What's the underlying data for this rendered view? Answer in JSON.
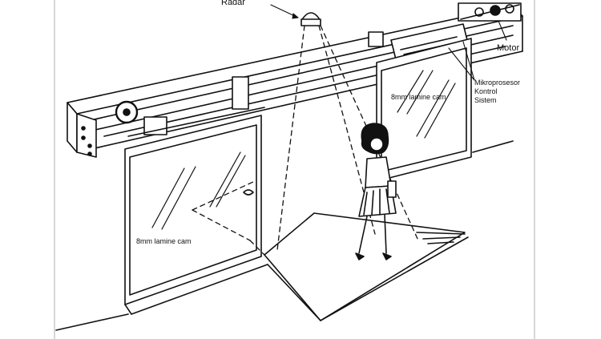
{
  "labels": {
    "radar": "Radar",
    "motor": "Motor",
    "microprocessor": [
      "Mikroprosesor",
      "Kontrol",
      "Sistem"
    ],
    "glass_right": "8mm lamine cam",
    "glass_left": "8mm lamine cam"
  },
  "colors": {
    "ink": "#111111",
    "panel_edge": "#d6d6d6",
    "background": "#ffffff"
  }
}
